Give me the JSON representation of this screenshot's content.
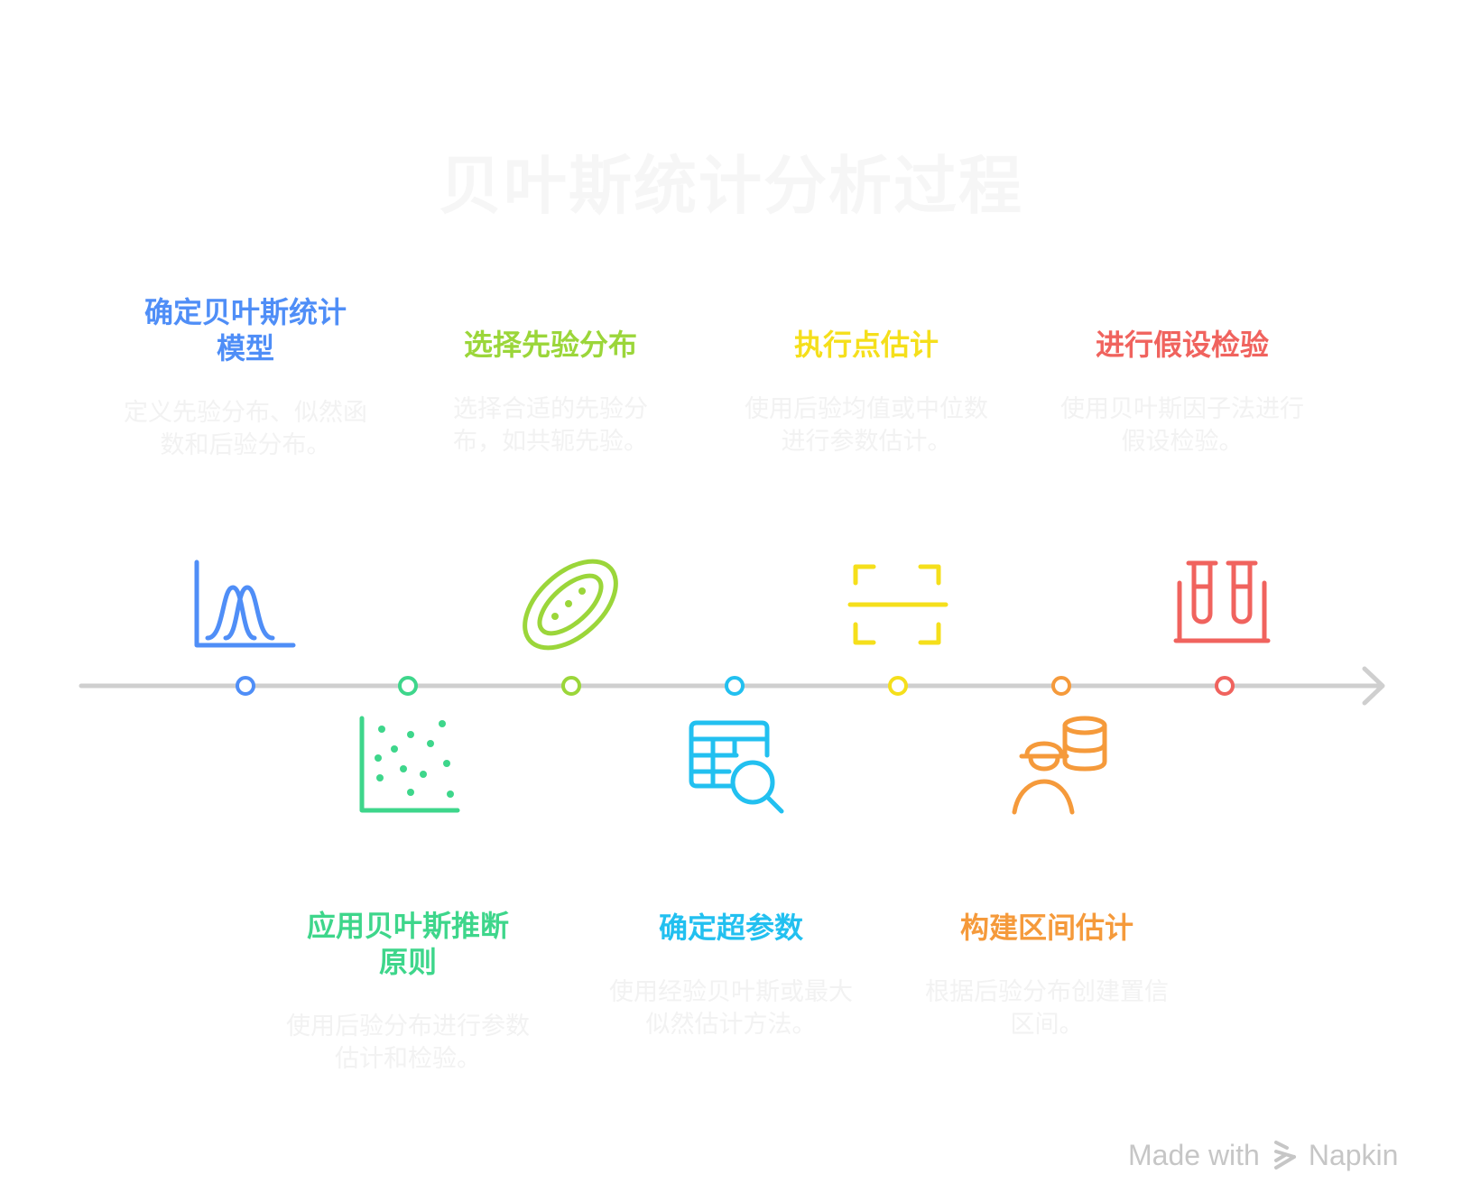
{
  "title": "贝叶斯统计分析过程",
  "steps": [
    {
      "title": "确定贝叶斯统计模型",
      "description": "定义先验分布、似然函数和后验分布。",
      "color": "#4f8ef7",
      "icon": "distribution-curve-icon"
    },
    {
      "title": "应用贝叶斯推断原则",
      "description": "使用后验分布进行参数估计和检验。",
      "color": "#3ed68b",
      "icon": "scatter-plot-icon"
    },
    {
      "title": "选择先验分布",
      "description": "选择合适的先验分布，如共轭先验。",
      "color": "#9bd63a",
      "icon": "bacterium-icon"
    },
    {
      "title": "确定超参数",
      "description": "使用经验贝叶斯或最大似然估计方法。",
      "color": "#22c0f0",
      "icon": "table-search-icon"
    },
    {
      "title": "执行点估计",
      "description": "使用后验均值或中位数进行参数估计。",
      "color": "#f5df1b",
      "icon": "scan-frame-icon"
    },
    {
      "title": "构建区间估计",
      "description": "根据后验分布创建置信区间。",
      "color": "#f59a3b",
      "icon": "worker-database-icon"
    },
    {
      "title": "进行假设检验",
      "description": "使用贝叶斯因子法进行假设检验。",
      "color": "#f0635e",
      "icon": "test-tubes-icon"
    }
  ],
  "watermark": {
    "made_with": "Made with",
    "brand": "Napkin"
  },
  "line_color": "#cfcfcf"
}
